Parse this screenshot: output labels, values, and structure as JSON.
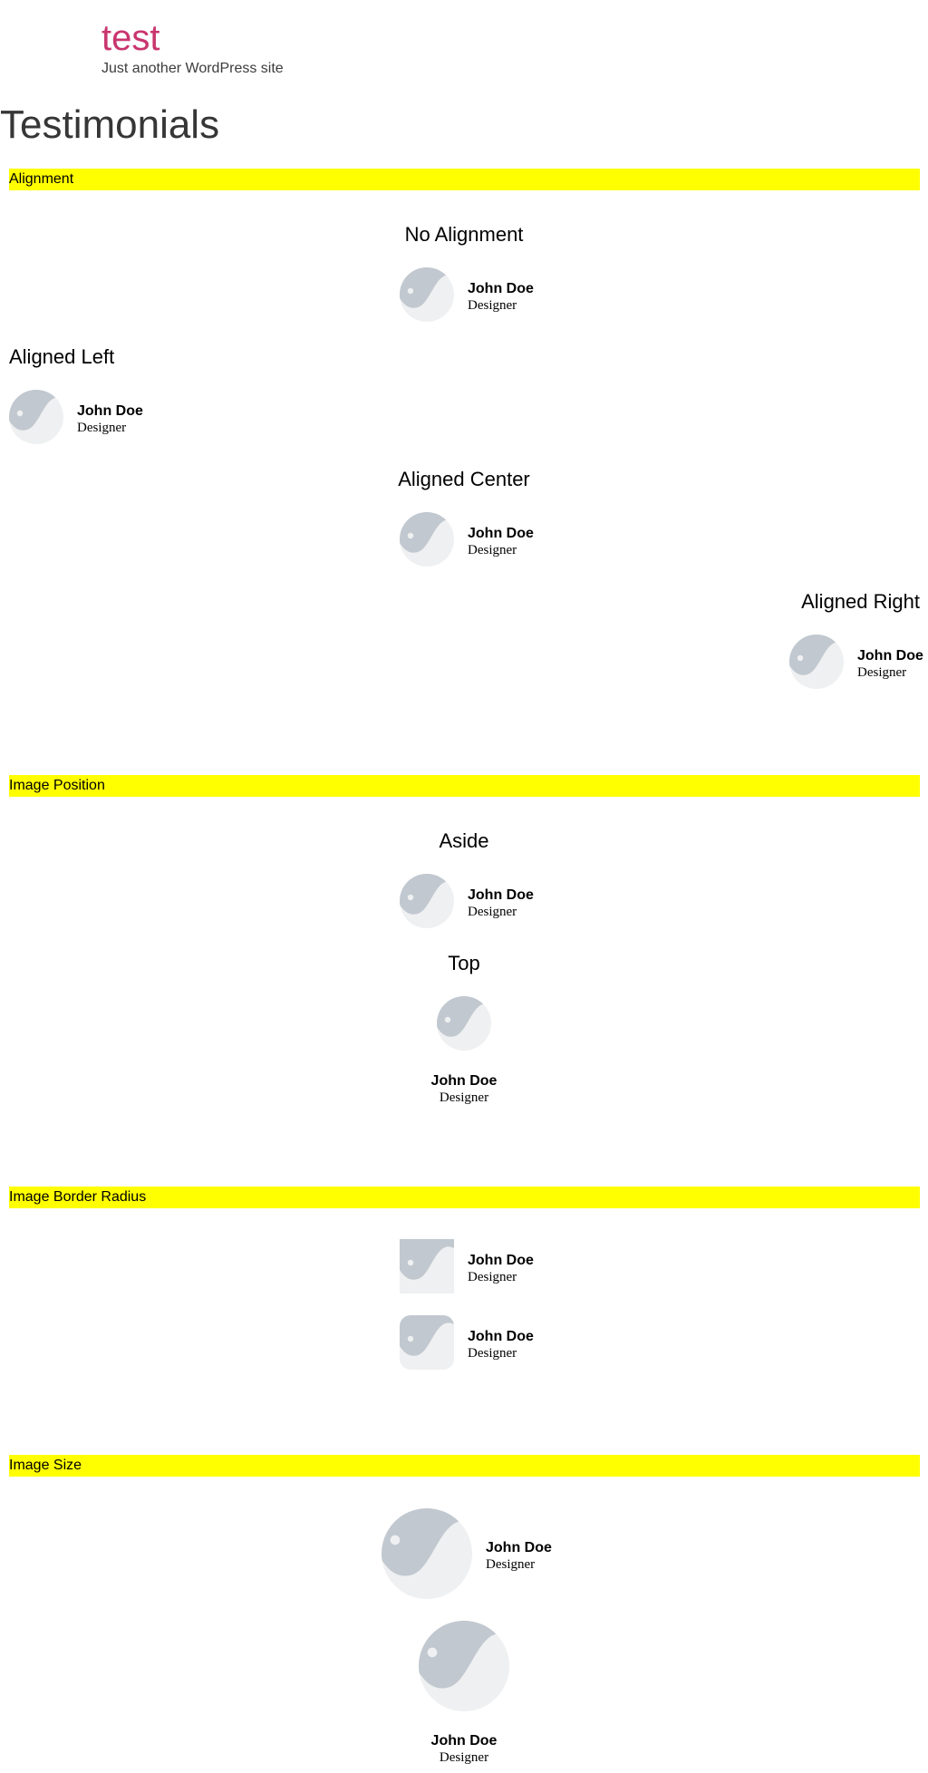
{
  "site": {
    "title": "test",
    "tagline": "Just another WordPress site"
  },
  "page": {
    "title": "Testimonials"
  },
  "colors": {
    "site_title": "#c9356e",
    "section_highlight": "#ffff00",
    "placeholder_dark": "#c1c8cf",
    "placeholder_light": "#eff0f1"
  },
  "sections": {
    "alignment": {
      "label": "Alignment",
      "blocks": [
        {
          "heading": "No Alignment",
          "name": "John Doe",
          "role": "Designer",
          "image_icon": "image-placeholder-icon"
        },
        {
          "heading": "Aligned Left",
          "name": "John Doe",
          "role": "Designer",
          "image_icon": "image-placeholder-icon"
        },
        {
          "heading": "Aligned Center",
          "name": "John Doe",
          "role": "Designer",
          "image_icon": "image-placeholder-icon"
        },
        {
          "heading": "Aligned Right",
          "name": "John Doe",
          "role": "Designer",
          "image_icon": "image-placeholder-icon"
        }
      ]
    },
    "image_position": {
      "label": "Image Position",
      "blocks": [
        {
          "heading": "Aside",
          "name": "John Doe",
          "role": "Designer",
          "image_icon": "image-placeholder-icon"
        },
        {
          "heading": "Top",
          "name": "John Doe",
          "role": "Designer",
          "image_icon": "image-placeholder-icon"
        }
      ]
    },
    "image_border_radius": {
      "label": "Image Border Radius",
      "blocks": [
        {
          "name": "John Doe",
          "role": "Designer",
          "image_icon": "image-placeholder-icon"
        },
        {
          "name": "John Doe",
          "role": "Designer",
          "image_icon": "image-placeholder-icon"
        }
      ]
    },
    "image_size": {
      "label": "Image Size",
      "blocks": [
        {
          "name": "John Doe",
          "role": "Designer",
          "image_icon": "image-placeholder-icon"
        },
        {
          "name": "John Doe",
          "role": "Designer",
          "image_icon": "image-placeholder-icon"
        }
      ]
    }
  }
}
